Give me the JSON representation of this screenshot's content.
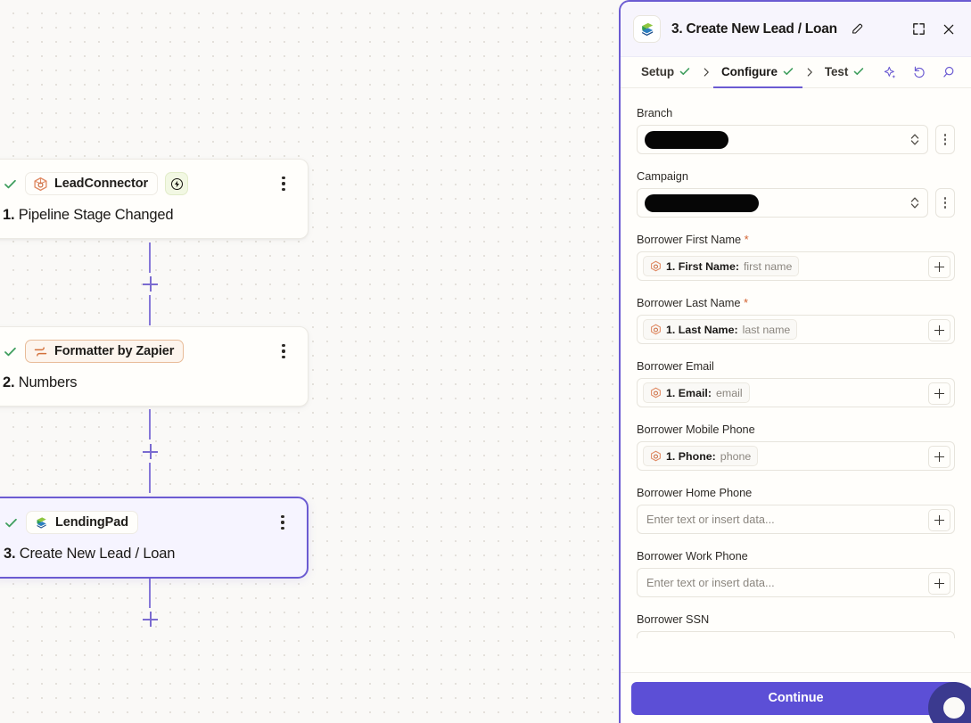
{
  "canvas": {
    "nodes": [
      {
        "app": "LeadConnector",
        "icon": "leadconnector-icon",
        "step_number": "1.",
        "step_title": "Pipeline Stage Changed",
        "status": "complete",
        "has_trigger_badge": true,
        "selected": false
      },
      {
        "app": "Formatter by Zapier",
        "icon": "formatter-icon",
        "step_number": "2.",
        "step_title": "Numbers",
        "status": "complete",
        "has_trigger_badge": false,
        "selected": false
      },
      {
        "app": "LendingPad",
        "icon": "lendingpad-icon",
        "step_number": "3.",
        "step_title": "Create New Lead / Loan",
        "status": "complete",
        "has_trigger_badge": false,
        "selected": true
      }
    ],
    "add_step_label": "+"
  },
  "panel": {
    "app_icon": "lendingpad-icon",
    "title": "3. Create New Lead / Loan",
    "edit_icon": "pencil-icon",
    "expand_icon": "expand-icon",
    "close_icon": "close-icon",
    "tabs": [
      {
        "label": "Setup",
        "state": "complete",
        "active": false
      },
      {
        "label": "Configure",
        "state": "complete",
        "active": true
      },
      {
        "label": "Test",
        "state": "complete",
        "active": false
      }
    ],
    "tools": [
      {
        "name": "ai-sparkle-icon"
      },
      {
        "name": "undo-icon"
      },
      {
        "name": "search-icon"
      }
    ],
    "fields": [
      {
        "label": "Branch",
        "required": false,
        "type": "select",
        "value": "",
        "redacted": true,
        "redact_width": 94,
        "has_options_menu": true
      },
      {
        "label": "Campaign",
        "required": false,
        "type": "select",
        "value": "",
        "redacted": true,
        "redact_width": 128,
        "has_options_menu": true
      },
      {
        "label": "Borrower First Name",
        "required": true,
        "type": "token",
        "token_step": "1.",
        "token_label": "First Name:",
        "token_value": "first name",
        "token_icon": "leadconnector-icon"
      },
      {
        "label": "Borrower Last Name",
        "required": true,
        "type": "token",
        "token_step": "1.",
        "token_label": "Last Name:",
        "token_value": "last name",
        "token_icon": "leadconnector-icon"
      },
      {
        "label": "Borrower Email",
        "required": false,
        "type": "token",
        "token_step": "1.",
        "token_label": "Email:",
        "token_value": "email",
        "token_icon": "leadconnector-icon"
      },
      {
        "label": "Borrower Mobile Phone",
        "required": false,
        "type": "token",
        "token_step": "1.",
        "token_label": "Phone:",
        "token_value": "phone",
        "token_icon": "leadconnector-icon"
      },
      {
        "label": "Borrower Home Phone",
        "required": false,
        "type": "text",
        "placeholder": "Enter text or insert data..."
      },
      {
        "label": "Borrower Work Phone",
        "required": false,
        "type": "text",
        "placeholder": "Enter text or insert data..."
      },
      {
        "label": "Borrower SSN",
        "required": false,
        "type": "partial"
      }
    ],
    "footer": {
      "continue_label": "Continue"
    }
  },
  "help": {
    "icon": "chat-help-icon"
  },
  "colors": {
    "accent_purple": "#6b5bd2",
    "continue_purple": "#5c4fd6",
    "check_green": "#3f9e5e",
    "required_orange": "#d2612f",
    "canvas_bg": "#faf9f7",
    "panel_bg": "#fffefb",
    "selected_node_bg": "#f6f4ff",
    "header_bg": "#f7f5fd",
    "redaction_black": "#060606",
    "help_bubble": "#3b3a8f"
  }
}
